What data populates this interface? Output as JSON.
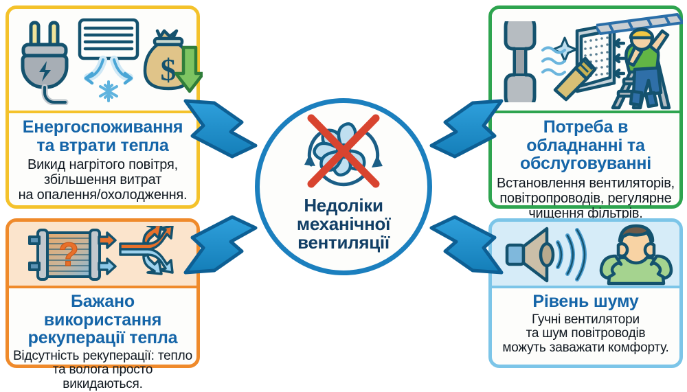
{
  "center": {
    "title": "Недоліки\nмеханічної\nвентиляції",
    "icon": "fan-crossed-out-icon",
    "ring_color": "#1b7fbe",
    "title_color": "#123f66"
  },
  "arrows": {
    "color": "#1b8ed0",
    "outline_color": "#0d5f94",
    "count": 4,
    "directions": [
      "up-left",
      "up-right",
      "down-left",
      "down-right"
    ]
  },
  "cards": [
    {
      "id": "energy-consumption",
      "position": "top-left",
      "border_color": "#f4c22b",
      "icon_bg": "#fdfdfb",
      "title": "Енергоспоживання\nта втрати тепла",
      "body": "Викид нагрітого повітря,\nзбільшення витрат\nна опалення/охолодження.",
      "icons": [
        "power-plug-icon",
        "air-conditioner-snowflake-icon",
        "money-bag-down-arrow-icon"
      ]
    },
    {
      "id": "equipment-maintenance",
      "position": "top-right",
      "border_color": "#2ea44f",
      "icon_bg": "#fdfdfb",
      "title": "Потреба в обладнанні\nта обслуговуванні",
      "body": "Встановлення вентиляторів,\nповітропроводів, регулярне\nчищення фільтрів.",
      "icons": [
        "wrench-icon",
        "filter-cleaning-brush-icon",
        "worker-on-ladder-icon"
      ]
    },
    {
      "id": "heat-recovery",
      "position": "bottom-left",
      "border_color": "#ef8a2b",
      "icon_bg": "#fbe4cc",
      "title": "Бажано використання\nрекуперації тепла",
      "body": "Відсутність рекуперації: тепло\nта волога просто викидаються.",
      "icons": [
        "heat-exchanger-question-icon",
        "airflow-split-arrows-icon"
      ]
    },
    {
      "id": "noise-level",
      "position": "bottom-right",
      "border_color": "#7cc5e8",
      "icon_bg": "#d6ecf8",
      "title": "Рівень шуму",
      "body": "Гучні вентилятори\nта шум повітроводів\nможуть заважати комфорту.",
      "icons": [
        "loudspeaker-sound-waves-icon",
        "person-covering-ears-icon"
      ]
    }
  ],
  "palette": {
    "title_blue": "#1565a8",
    "body_dark": "#101820",
    "outline_teal": "#14526e",
    "orange": "#e8702a",
    "green": "#6cbe45",
    "red_cross": "#d8442f"
  }
}
